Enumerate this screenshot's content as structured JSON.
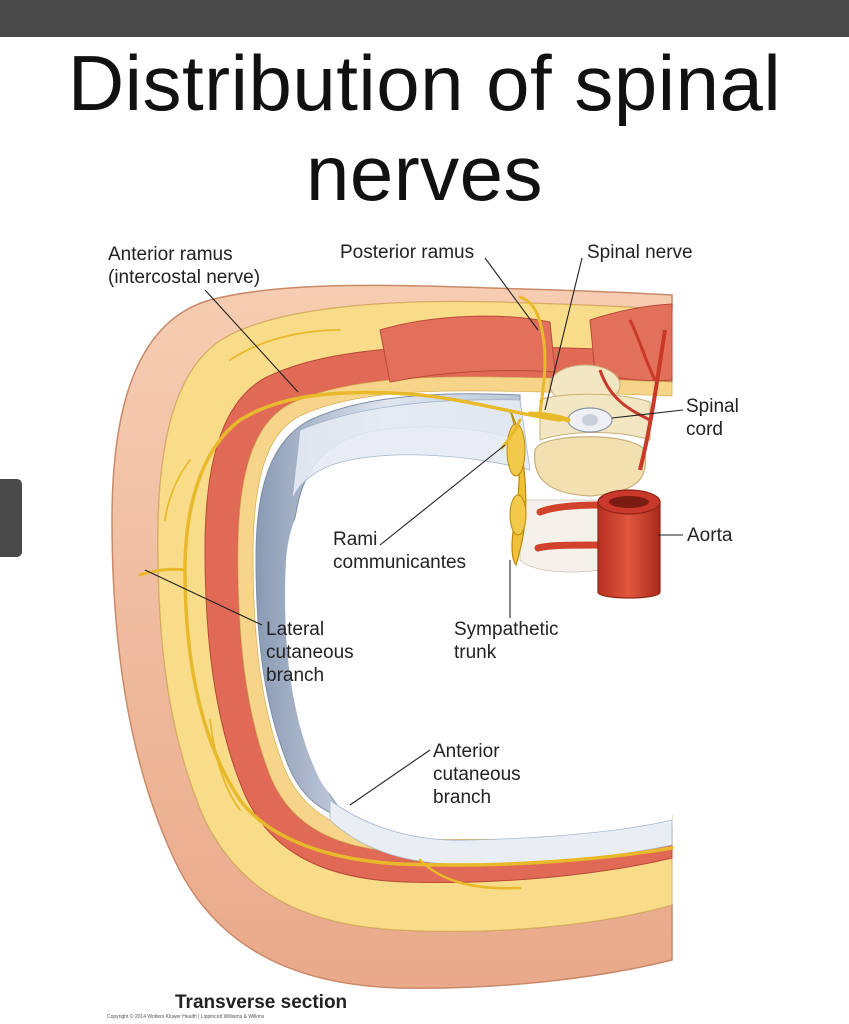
{
  "title": {
    "line1": "Distribution of spinal",
    "line2": "nerves"
  },
  "labels": {
    "anterior_ramus": [
      "Anterior ramus",
      "(intercostal nerve)"
    ],
    "posterior_ramus": "Posterior ramus",
    "spinal_nerve": "Spinal nerve",
    "spinal_cord": [
      "Spinal",
      "cord"
    ],
    "aorta": "Aorta",
    "rami_communicantes": [
      "Rami",
      "communicantes"
    ],
    "lateral_cutaneous": [
      "Lateral",
      "cutaneous",
      "branch"
    ],
    "sympathetic_trunk": [
      "Sympathetic",
      "trunk"
    ],
    "anterior_cutaneous": [
      "Anterior",
      "cutaneous",
      "branch"
    ]
  },
  "caption": "Transverse section",
  "copyright": "Copyright © 2014 Wolters Kluwer Health | Lippincott Williams & Wilkins",
  "colors": {
    "skin": "#f2bfa2",
    "fat": "#f8dc8a",
    "muscle": "#e06a55",
    "nerve": "#e8b92a",
    "pleura": "#c9d3e2",
    "bone": "#f3e6c2",
    "aorta": "#d2412c"
  }
}
